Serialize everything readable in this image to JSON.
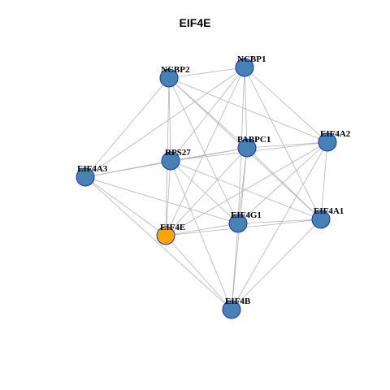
{
  "title": "EIF4E",
  "colors": {
    "node_fill": "#4682b4",
    "highlight_fill": "#ffa500",
    "node_stroke": "#1a2fb8",
    "edge": "#b3b3b3"
  },
  "nodes": [
    {
      "id": "NCBP2",
      "label": "NCBP2"
    },
    {
      "id": "NCBP1",
      "label": "NCBP1"
    },
    {
      "id": "EIF4A2",
      "label": "EIF4A2"
    },
    {
      "id": "PABPC1",
      "label": "PABPC1"
    },
    {
      "id": "RPS27",
      "label": "RPS27"
    },
    {
      "id": "EIF4A3",
      "label": "EIF4A3"
    },
    {
      "id": "EIF4E",
      "label": "EIF4E",
      "highlight": true
    },
    {
      "id": "EIF4G1",
      "label": "EIF4G1"
    },
    {
      "id": "EIF4A1",
      "label": "EIF4A1"
    },
    {
      "id": "EIF4B",
      "label": "EIF4B"
    }
  ],
  "edges": [
    [
      "NCBP2",
      "NCBP1"
    ],
    [
      "NCBP2",
      "EIF4A2"
    ],
    [
      "NCBP2",
      "PABPC1"
    ],
    [
      "NCBP2",
      "RPS27"
    ],
    [
      "NCBP2",
      "EIF4A3"
    ],
    [
      "NCBP2",
      "EIF4E"
    ],
    [
      "NCBP2",
      "EIF4G1"
    ],
    [
      "NCBP2",
      "EIF4A1"
    ],
    [
      "NCBP1",
      "EIF4A2"
    ],
    [
      "NCBP1",
      "PABPC1"
    ],
    [
      "NCBP1",
      "RPS27"
    ],
    [
      "NCBP1",
      "EIF4A3"
    ],
    [
      "NCBP1",
      "EIF4E"
    ],
    [
      "NCBP1",
      "EIF4G1"
    ],
    [
      "NCBP1",
      "EIF4A1"
    ],
    [
      "EIF4A2",
      "PABPC1"
    ],
    [
      "EIF4A2",
      "RPS27"
    ],
    [
      "EIF4A2",
      "EIF4E"
    ],
    [
      "EIF4A2",
      "EIF4G1"
    ],
    [
      "EIF4A2",
      "EIF4A1"
    ],
    [
      "EIF4A2",
      "EIF4B"
    ],
    [
      "PABPC1",
      "RPS27"
    ],
    [
      "PABPC1",
      "EIF4A3"
    ],
    [
      "PABPC1",
      "EIF4E"
    ],
    [
      "PABPC1",
      "EIF4G1"
    ],
    [
      "PABPC1",
      "EIF4A1"
    ],
    [
      "PABPC1",
      "EIF4B"
    ],
    [
      "RPS27",
      "EIF4A3"
    ],
    [
      "RPS27",
      "EIF4E"
    ],
    [
      "RPS27",
      "EIF4G1"
    ],
    [
      "RPS27",
      "EIF4B"
    ],
    [
      "RPS27",
      "EIF4A1"
    ],
    [
      "EIF4A3",
      "EIF4G1"
    ],
    [
      "EIF4A3",
      "EIF4B"
    ],
    [
      "EIF4A3",
      "EIF4E"
    ],
    [
      "EIF4E",
      "EIF4G1"
    ],
    [
      "EIF4E",
      "EIF4A1"
    ],
    [
      "EIF4E",
      "EIF4B"
    ],
    [
      "EIF4G1",
      "EIF4A1"
    ],
    [
      "EIF4G1",
      "EIF4B"
    ],
    [
      "EIF4A1",
      "EIF4B"
    ]
  ]
}
